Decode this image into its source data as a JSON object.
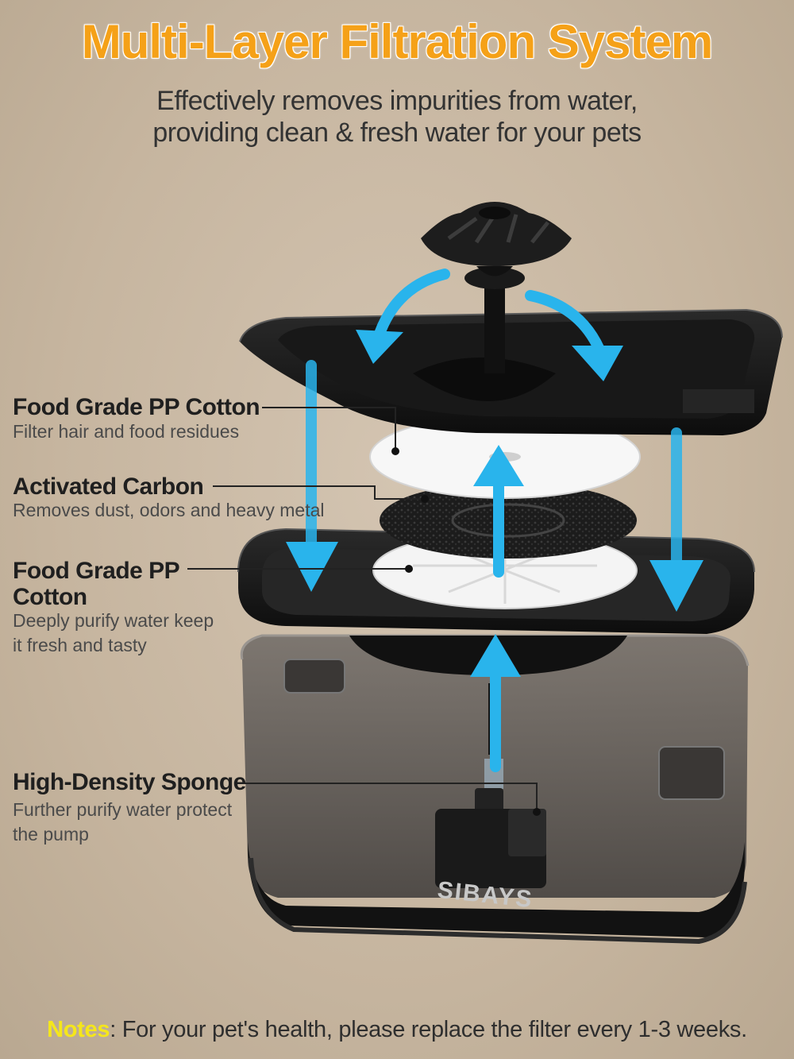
{
  "header": {
    "title": "Multi-Layer Filtration System",
    "subtitle_line1": "Effectively removes impurities from water,",
    "subtitle_line2": "providing clean & fresh water for your pets"
  },
  "layers": [
    {
      "title": "Food Grade PP Cotton",
      "desc_line1": "Filter hair and food residues"
    },
    {
      "title": "Activated Carbon",
      "desc_line1": "Removes dust, odors and heavy metal"
    },
    {
      "title_line1": "Food Grade PP",
      "title_line2": "Cotton",
      "desc_line1": "Deeply purify water keep",
      "desc_line2": "it fresh and tasty"
    },
    {
      "title": "High-Density Sponge",
      "desc_line1": "Further purify water protect",
      "desc_line2": "the pump"
    }
  ],
  "brand": "SIBAYS",
  "notes": {
    "key": "Notes",
    "text": ": For your pet's health, please replace the filter every 1-3 weeks."
  },
  "colors": {
    "title": "#f5a118",
    "arrow": "#29b4ec",
    "notes_key": "#f5e61a"
  }
}
